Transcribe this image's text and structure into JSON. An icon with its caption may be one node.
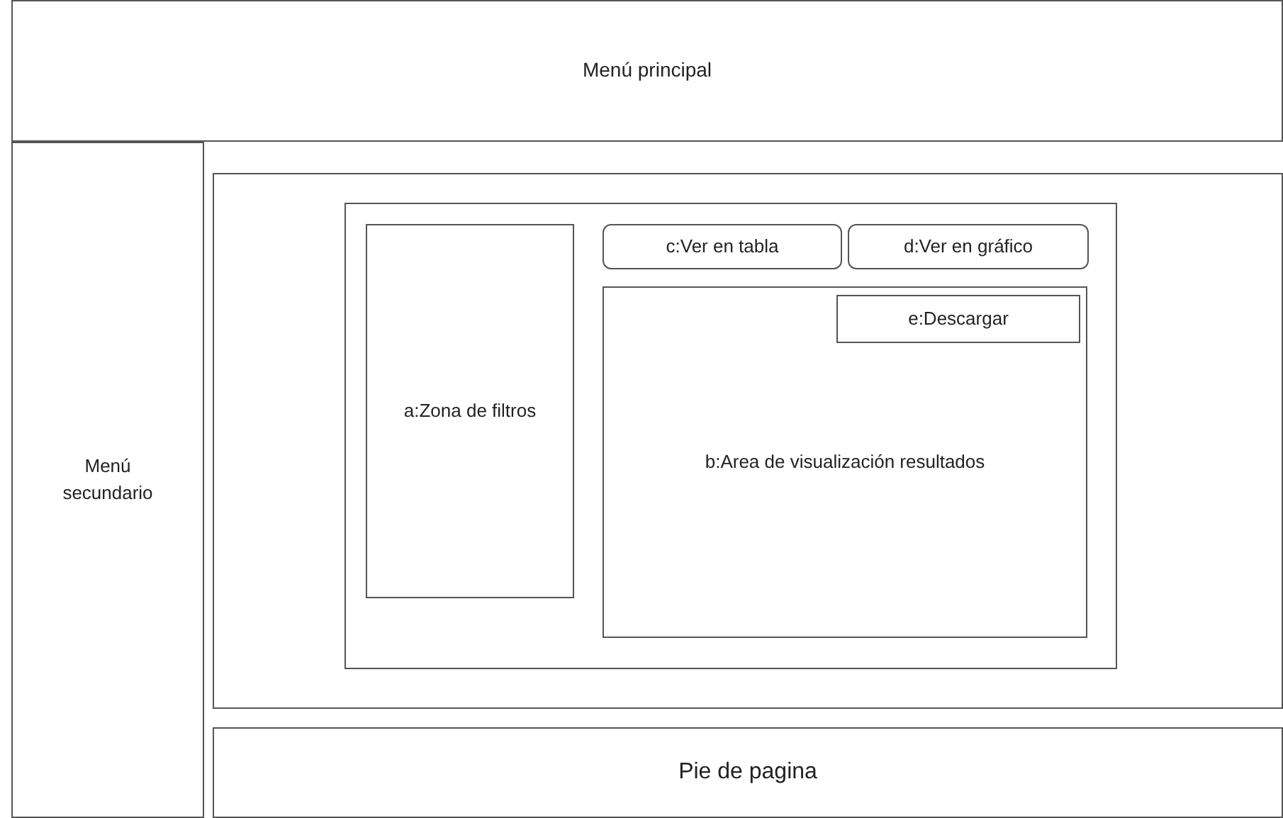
{
  "diagram": {
    "nodes": [
      {
        "text": [
          "Menú principal"
        ]
      },
      {
        "text": [
          "Menú secundario"
        ]
      },
      {
        "text": [],
        "shape": "box"
      },
      {
        "text": [],
        "shape": "box",
        "in": 2
      },
      {
        "text": [
          "a:Zona de filtros"
        ],
        "in": 3
      },
      {
        "text": [
          "c:Ver en tabla"
        ],
        "in": 3
      },
      {
        "text": [
          "d:Ver en gráfico"
        ],
        "in": 3
      },
      {
        "text": [
          "b:Area de visualización resultados"
        ],
        "in": 3
      },
      {
        "text": [
          "e:Descargar"
        ],
        "in": 7
      },
      {
        "text": [
          "Pie de pagina"
        ]
      }
    ]
  }
}
